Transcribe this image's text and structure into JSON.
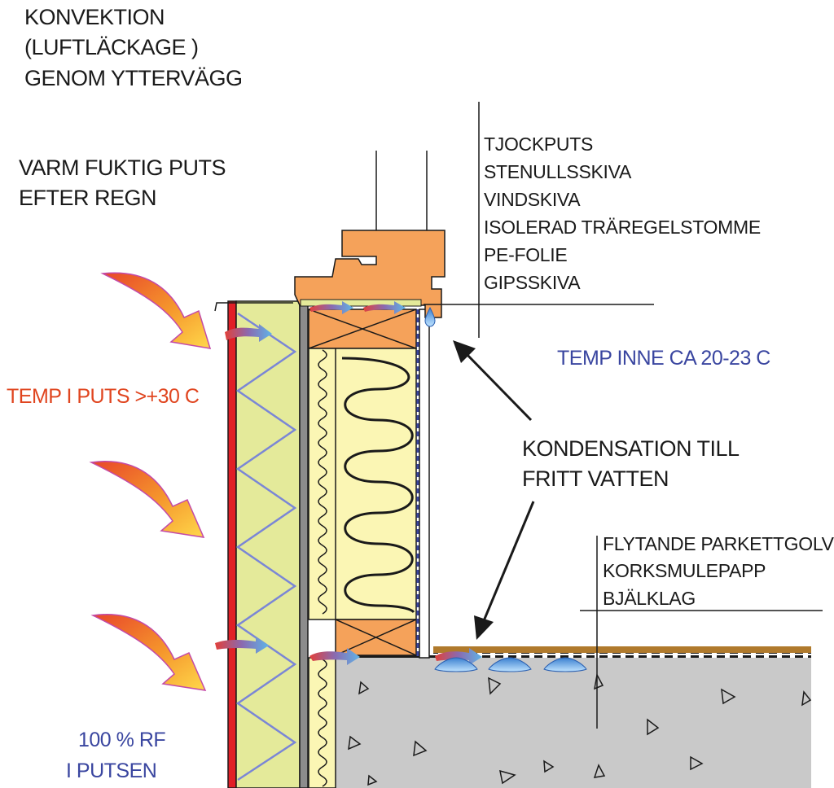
{
  "title": [
    "KONVEKTION",
    "(LUFTLÄCKAGE )",
    "GENOM YTTERVÄGG"
  ],
  "rain_note": [
    "VARM FUKTIG PUTS",
    "EFTER REGN"
  ],
  "temp_outside": "TEMP I PUTS >+30 C",
  "humidity_note": [
    "100 % RF",
    "I PUTSEN"
  ],
  "temp_inside": "TEMP INNE CA 20-23 C",
  "condensation_note": [
    "KONDENSATION TILL",
    "FRITT VATTEN"
  ],
  "wall_layers": [
    "TJOCKPUTS",
    "STENULLSSKIVA",
    "VINDSKIVA",
    "ISOLERAD TRÄREGELSTOMME",
    "PE-FOLIE",
    "GIPSSKIVA"
  ],
  "floor_layers": [
    "FLYTANDE PARKETTGOLV",
    "KORKSMULEPAPP",
    "BJÄLKLAG"
  ],
  "colors": {
    "heat_arrow_start": "#e8462a",
    "heat_arrow_end": "#ffd84a",
    "render_red": "#e11f26",
    "stone_wool": "#e4ea9a",
    "wood": "#f5a25a",
    "insulation": "#fbf6b4",
    "concrete": "#c9c9c9",
    "label_blue": "#3a46a0",
    "label_red": "#e0451f"
  }
}
